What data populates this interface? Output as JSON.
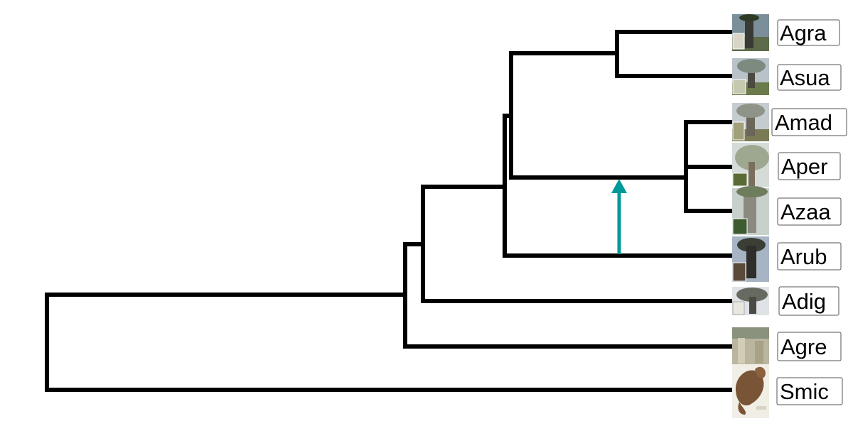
{
  "tree": {
    "taxa": [
      {
        "id": "agra",
        "label": "Agra"
      },
      {
        "id": "asua",
        "label": "Asua"
      },
      {
        "id": "amad",
        "label": "Amad"
      },
      {
        "id": "aper",
        "label": "Aper"
      },
      {
        "id": "azaa",
        "label": "Azaa"
      },
      {
        "id": "arub",
        "label": "Arub"
      },
      {
        "id": "adig",
        "label": "Adig"
      },
      {
        "id": "agre",
        "label": "Agre"
      },
      {
        "id": "smic",
        "label": "Smic"
      }
    ],
    "arrow_color": "#009999",
    "branch_color": "#000000"
  }
}
